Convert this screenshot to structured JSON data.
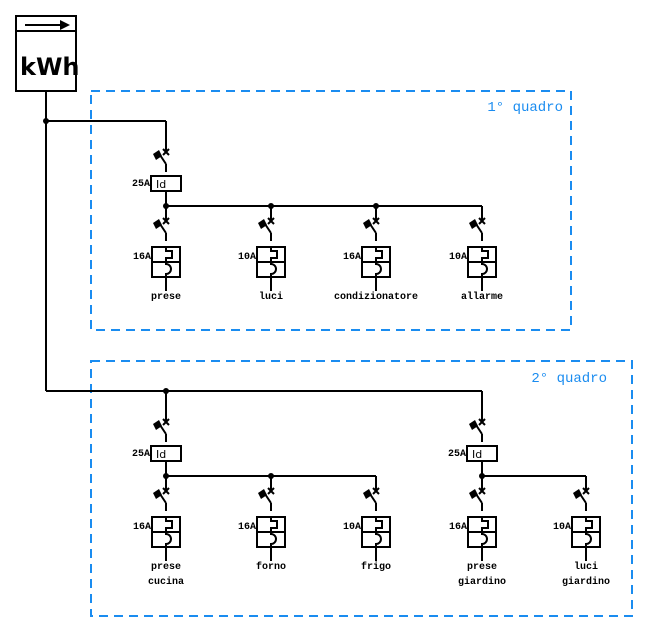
{
  "meter": {
    "label": "kWh",
    "icon": "arrow-right-icon"
  },
  "colors": {
    "panel_border": "#1a8cf0",
    "wire": "#000000"
  },
  "panels": [
    {
      "title": "1° quadro",
      "main_breaker": {
        "rating": "25A",
        "type": "Id"
      },
      "circuits": [
        {
          "rating": "16A",
          "label": [
            "prese"
          ]
        },
        {
          "rating": "10A",
          "label": [
            "luci"
          ]
        },
        {
          "rating": "16A",
          "label": [
            "condizionatore"
          ]
        },
        {
          "rating": "10A",
          "label": [
            "allarme"
          ]
        }
      ]
    },
    {
      "title": "2° quadro",
      "groups": [
        {
          "main_breaker": {
            "rating": "25A",
            "type": "Id"
          },
          "circuits": [
            {
              "rating": "16A",
              "label": [
                "prese",
                "cucina"
              ]
            },
            {
              "rating": "16A",
              "label": [
                "forno"
              ]
            },
            {
              "rating": "10A",
              "label": [
                "frigo"
              ]
            }
          ]
        },
        {
          "main_breaker": {
            "rating": "25A",
            "type": "Id"
          },
          "circuits": [
            {
              "rating": "16A",
              "label": [
                "prese",
                "giardino"
              ]
            },
            {
              "rating": "10A",
              "label": [
                "luci",
                "giardino"
              ]
            }
          ]
        }
      ]
    }
  ]
}
